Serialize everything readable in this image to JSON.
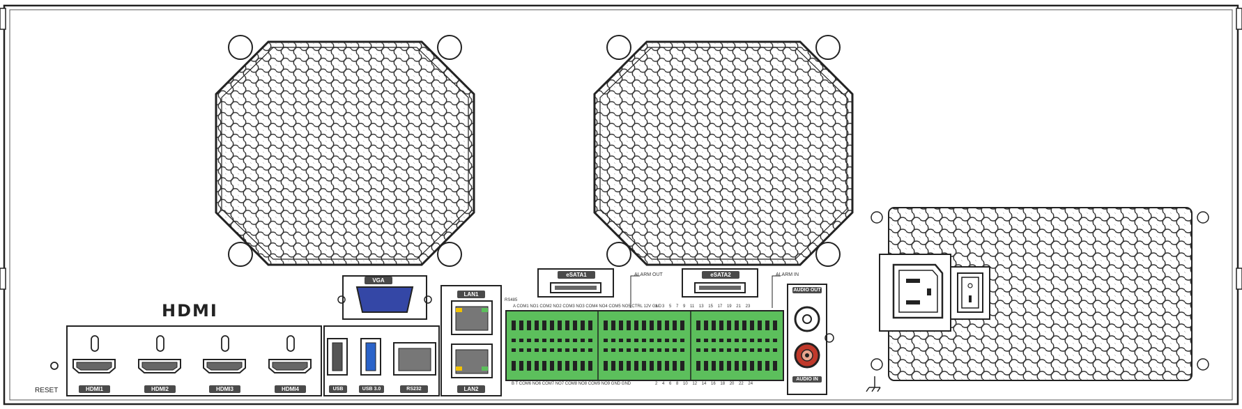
{
  "panel": {
    "hdmi_logo": "HDMI",
    "reset_label": "RESET",
    "vga_label": "VGA",
    "hdmi_ports": [
      "HDMI1",
      "HDMI2",
      "HDMI3",
      "HDMI4"
    ],
    "usb_labels": [
      "USB",
      "USB 3.0"
    ],
    "rs232_label": "RS232",
    "lan_labels": [
      "LAN1",
      "LAN2"
    ],
    "esata_labels": [
      "eSATA1",
      "eSATA2"
    ],
    "alarm_out_label": "ALARM OUT",
    "alarm_in_label": "ALARM IN",
    "audio_out_label": "AUDIO OUT",
    "audio_in_label": "AUDIO IN",
    "rs485_label": "RS485",
    "terminal_top_text": "A COM1 NO1 COM2 NO2 COM3 NO3 COM4 NO4 COM5 NO5 CTRL 12V GND",
    "terminal_top_numbers": "1  3  5  7  9  11  13  15  17  19  21  23",
    "terminal_bottom_text": "B  T  COM6 NO6 COM7 NO7 COM8 NO8 COM9 NO9 GND GND",
    "terminal_bottom_numbers": "2  4  6  8  10  12  14  16  18  20  22  24"
  },
  "colors": {
    "outline": "#222222",
    "terminal_green": "#5cbf5c",
    "vga_blue": "#3447a6",
    "audio_in_red": "#c0392b",
    "lan_led_yellow": "#f2c200"
  }
}
